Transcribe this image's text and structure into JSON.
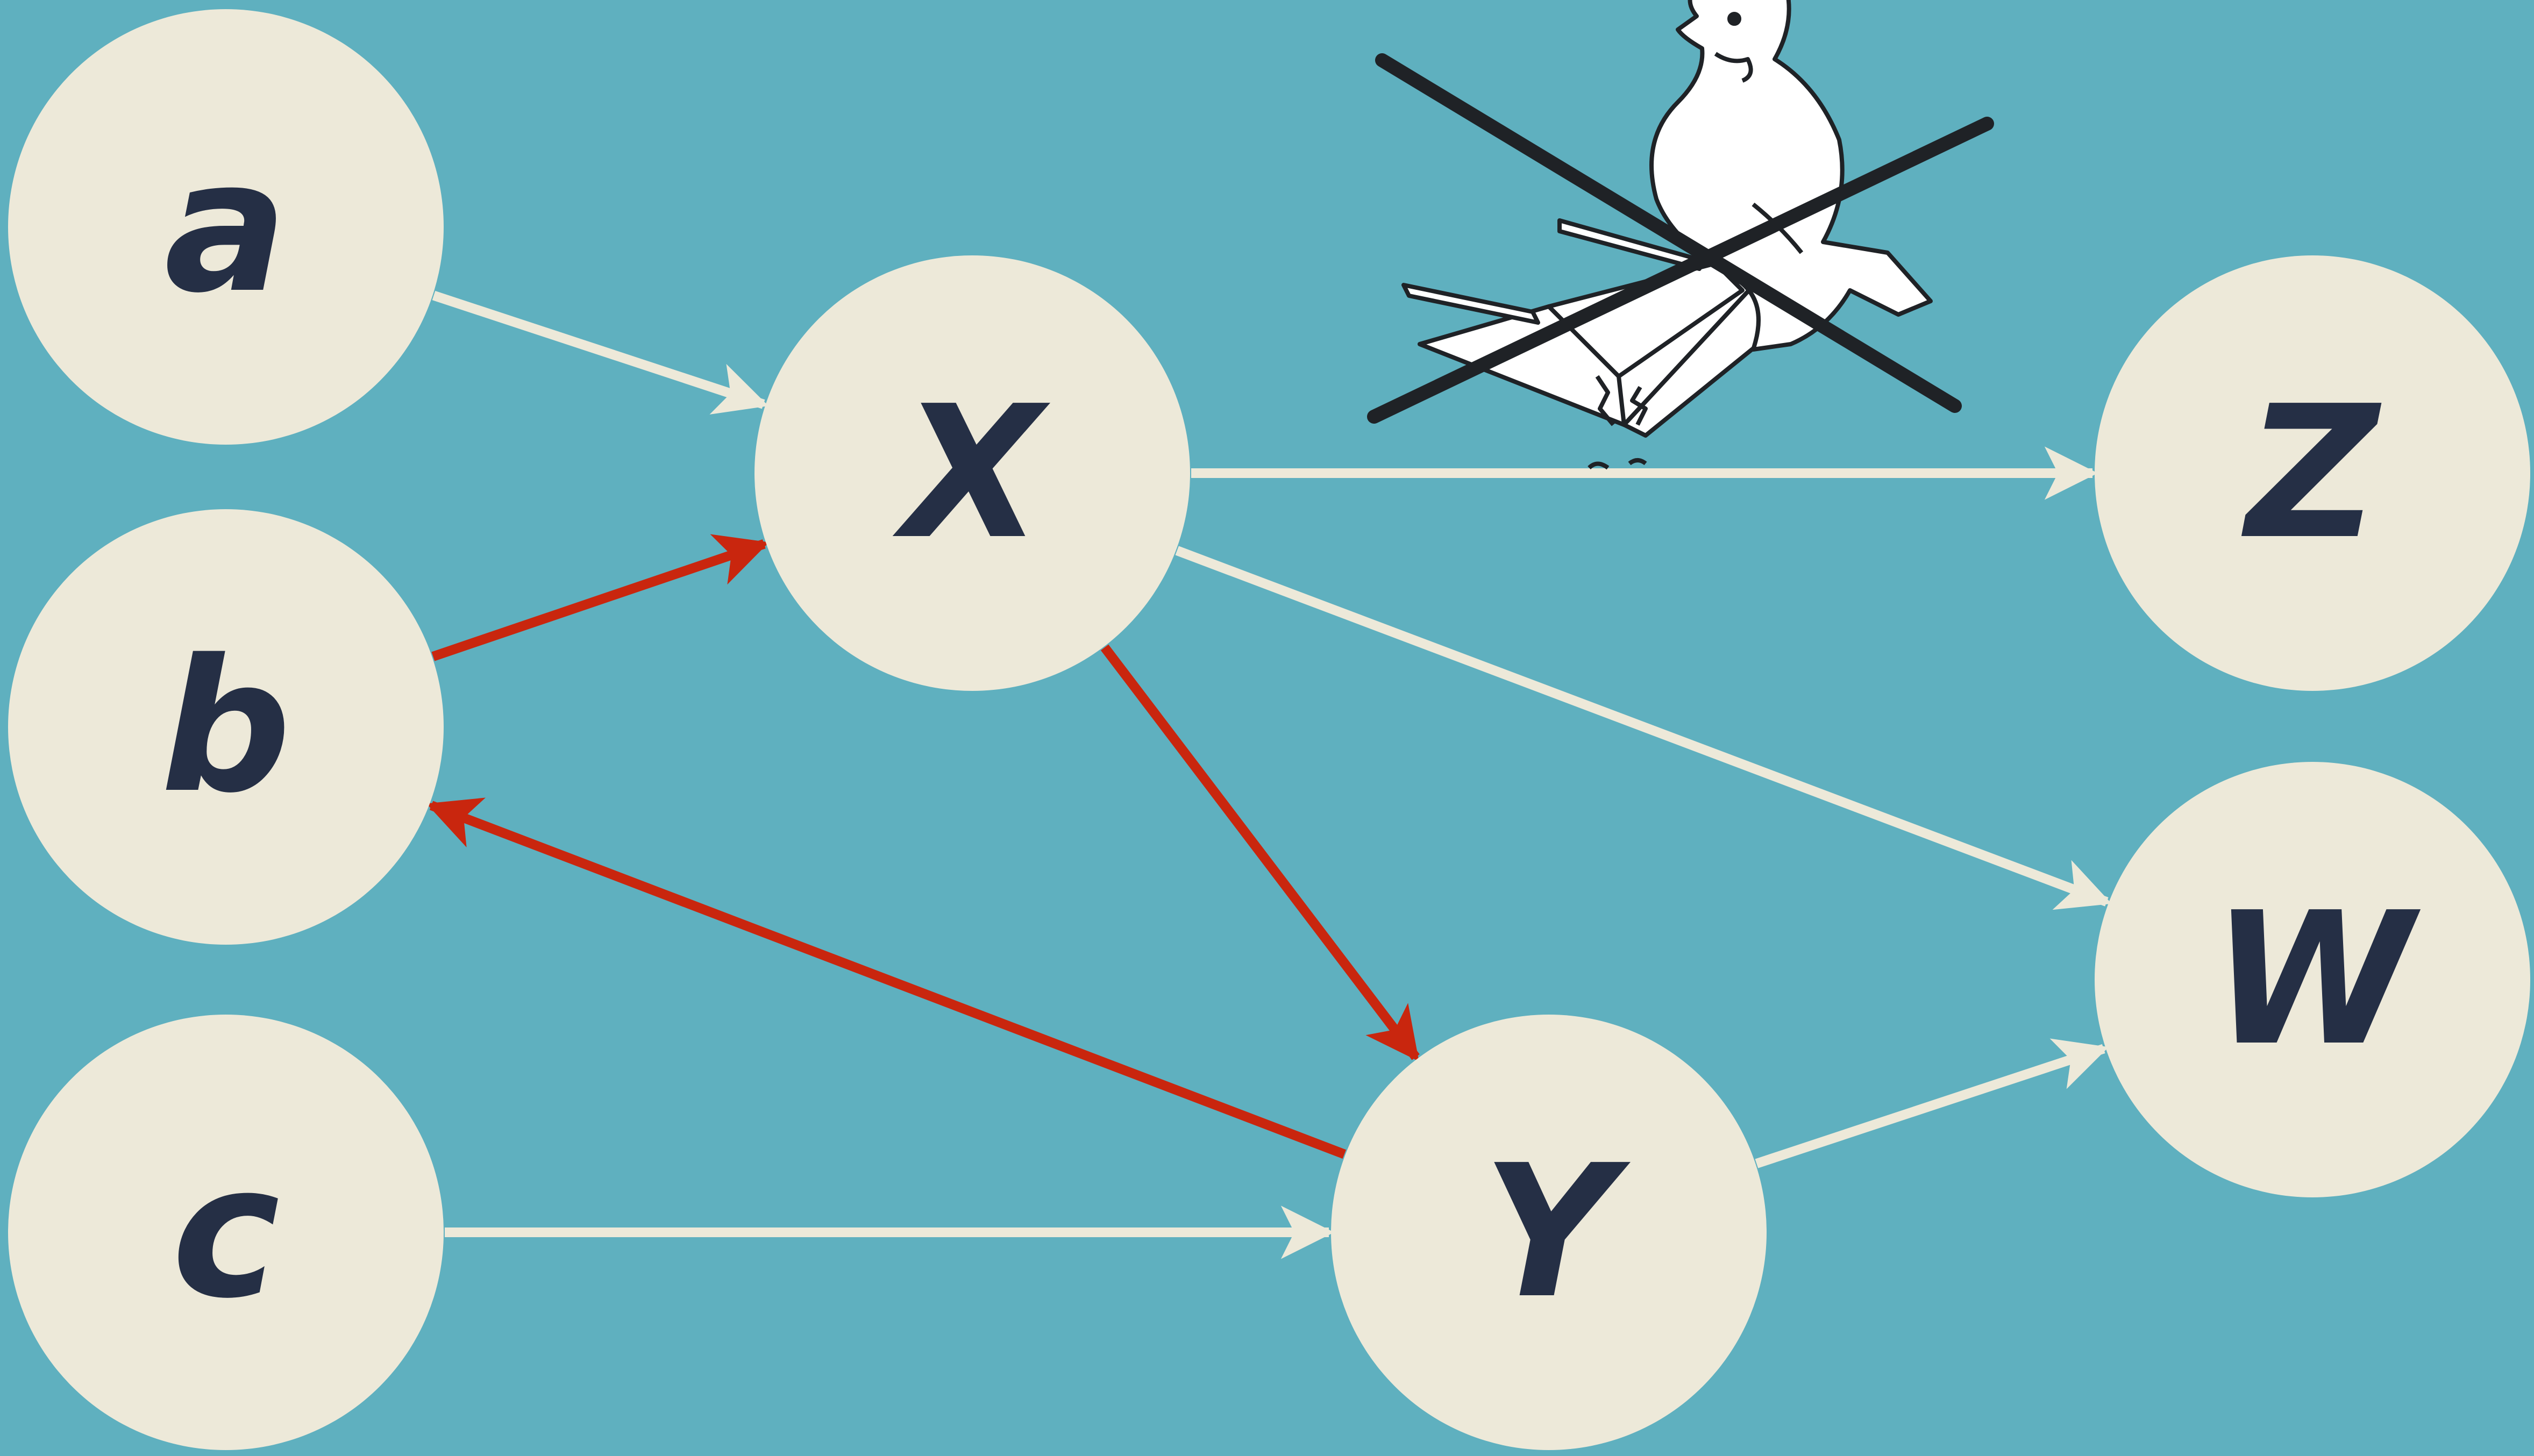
{
  "colors": {
    "background": "#5fb0bf",
    "node_fill": "#ede9d9",
    "label": "#252f45",
    "edge_default": "#ede9d9",
    "edge_highlight": "#c9260e",
    "cross": "#1f2226"
  },
  "nodes": [
    {
      "id": "a",
      "label": "a"
    },
    {
      "id": "b",
      "label": "b"
    },
    {
      "id": "c",
      "label": "c"
    },
    {
      "id": "X",
      "label": "X"
    },
    {
      "id": "Y",
      "label": "Y"
    },
    {
      "id": "Z",
      "label": "Z"
    },
    {
      "id": "W",
      "label": "W"
    }
  ],
  "edges": [
    {
      "from": "a",
      "to": "X",
      "highlight": false
    },
    {
      "from": "b",
      "to": "X",
      "highlight": true
    },
    {
      "from": "X",
      "to": "Z",
      "highlight": false
    },
    {
      "from": "X",
      "to": "W",
      "highlight": false
    },
    {
      "from": "X",
      "to": "Y",
      "highlight": true
    },
    {
      "from": "Y",
      "to": "b",
      "highlight": true
    },
    {
      "from": "c",
      "to": "Y",
      "highlight": false
    },
    {
      "from": "Y",
      "to": "W",
      "highlight": false
    }
  ],
  "decoration": {
    "icon": "crossed-out-pigeon-on-box-icon"
  }
}
